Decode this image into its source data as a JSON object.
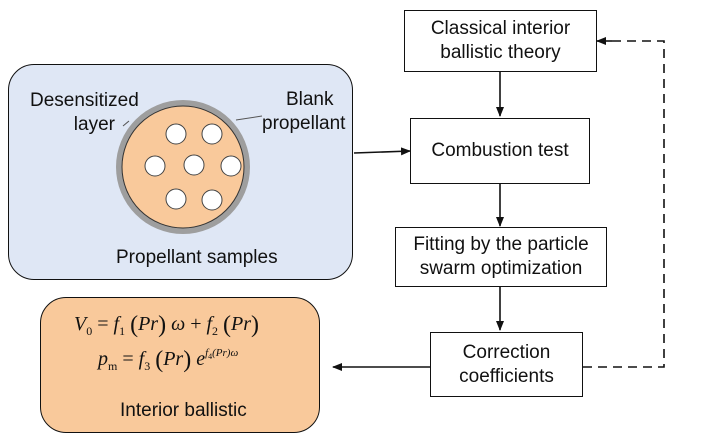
{
  "flowchart": {
    "theory_box": {
      "line1": "Classical interior",
      "line2": "ballistic theory"
    },
    "combustion_box": {
      "label": "Combustion test"
    },
    "fitting_box": {
      "line1": "Fitting by the particle",
      "line2": "swarm optimization"
    },
    "correction_box": {
      "line1": "Correction",
      "line2": "coefficients"
    }
  },
  "samples_panel": {
    "label_desensitized_1": "Desensitized",
    "label_desensitized_2": "layer",
    "label_blank_1": "Blank",
    "label_blank_2": "propellant",
    "caption": "Propellant samples",
    "colors": {
      "panel_fill": "#dfe7f5",
      "grain_fill": "#f9c99b",
      "layer_ring": "#9e9e9e"
    }
  },
  "result_panel": {
    "eq1": {
      "lhs": "V",
      "lhs_sub": "0",
      "f1": "f",
      "f1_sub": "1",
      "var1": "Pr",
      "omega": "ω",
      "f2": "f",
      "f2_sub": "2",
      "var2": "Pr"
    },
    "eq2": {
      "lhs": "p",
      "lhs_sub": "m",
      "f3": "f",
      "f3_sub": "3",
      "var3": "Pr",
      "e": "e",
      "exp_f": "f",
      "exp_sub": "4",
      "exp_var": "(Pr)",
      "exp_omega": "ω"
    },
    "caption": "Interior ballistic",
    "colors": {
      "panel_fill": "#f9c99b"
    }
  }
}
